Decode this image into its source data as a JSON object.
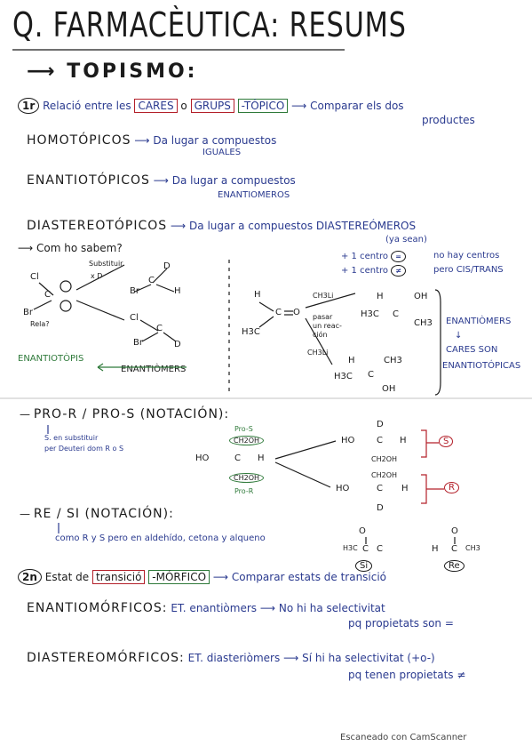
{
  "title": "Q. FARMACÈUTICA: RESUMS",
  "sections": {
    "topismo": "TOPISMO:",
    "p1": {
      "num": "1r",
      "text1": "Relació entre les",
      "cares": "CARES",
      "o": "o",
      "grups": "GRUPS",
      "topico": "-TÓPICO",
      "compare": "Comparar els dos",
      "compare2": "productes"
    },
    "homotopicos": {
      "label": "HOMOTÓPICOS",
      "desc": "Da lugar a compuestos",
      "desc2": "IGUALES"
    },
    "enantiotopicos": {
      "label": "ENANTIOTÓPICOS",
      "desc": "Da lugar a compuestos",
      "desc2": "ENANTIOMEROS"
    },
    "diastereotopicos": {
      "label": "DIASTEREOTÓPICOS",
      "desc": "Da lugar a compuestos DIASTEREÓMEROS",
      "ya": "(ya sean)"
    },
    "como": "Com ho sabem?",
    "diag1": {
      "substituir": "Substituir",
      "xd": "x D",
      "cl": "Cl",
      "br": "Br",
      "h": "H",
      "c": "C",
      "d": "D",
      "rela": "Rela?",
      "enantiotopis": "ENANTIOTÒPIS",
      "enantiomers": "ENANTIÒMERS"
    },
    "centres": {
      "c1": "+ 1 centro",
      "c1b": "=",
      "c2": "+ 1 centro",
      "c2b": "≠",
      "no": "no hay centros",
      "pero": "pero CIS/TRANS"
    },
    "diag2": {
      "h3c": "H3C",
      "h": "H",
      "c": "C",
      "o": "O",
      "ch3li": "CH3Li",
      "ch3li2": "CH3Li",
      "pasar": "pasar",
      "por": "un reac-",
      "cion": "ción",
      "oh": "OH",
      "ch3": "CH3",
      "enantiomers": "ENANTIÒMERS",
      "cares": "CARES SON",
      "enantiotopicas": "ENANTIOTÓPICAS"
    },
    "pro": {
      "heading": "PRO-R / PRO-S (NOTACIÓN):",
      "note1": "S. en substituir",
      "note2": "per Deuteri dom R o S",
      "pros": "Pro-S",
      "pror": "Pro-R",
      "ch2oh": "CH2OH",
      "ho": "HO",
      "h": "H",
      "c": "C",
      "d": "D",
      "s": "S",
      "r": "R"
    },
    "resi": {
      "heading": "RE / SI (NOTACIÓN):",
      "note": "como R y S pero en aldehído, cetona y alqueno",
      "si": "Si",
      "re": "Re",
      "h3c": "H3C",
      "ch3": "CH3",
      "c": "C",
      "o": "O",
      "h": "H"
    },
    "p2": {
      "num": "2n",
      "text": "Estat de",
      "transicio": "transició",
      "morfico": "-MÓRFICO",
      "compare": "Comparar estats de transició"
    },
    "enantiomorficos": {
      "label": "ENANTIOMÓRFICOS:",
      "et": "ET. enantiòmers",
      "res": "No hi ha selectivitat",
      "res2": "pq propietats son ="
    },
    "diastereomorficos": {
      "label": "DIASTEREOMÓRFICOS:",
      "et": "ET. diasteriòmers",
      "res": "Sí hi ha selectivitat (+o-)",
      "res2": "pq tenen propietats ≠"
    }
  },
  "footer": "Escaneado con CamScanner",
  "colors": {
    "ink": "#1b1b1b",
    "blue": "#2a3a8f",
    "green": "#2f7a3a",
    "red": "#b3202a"
  }
}
